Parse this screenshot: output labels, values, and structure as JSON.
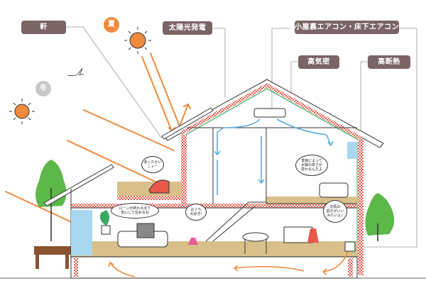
{
  "labels": {
    "eaves": "軒",
    "solar_power": "太陽光発電",
    "attic_underfloor_ac": "小屋裏エアコン・床下エアコン",
    "airtight": "高気密",
    "insulation": "高断熱"
  },
  "seasons": {
    "summer": "夏",
    "winter": "冬"
  },
  "speech_bubbles": {
    "cat": "あったかい\nニャー",
    "boy": "季節によって\n太陽の高さが\n変わるんだよ",
    "father": "ローンが終わるまで\n安心して住めるね",
    "girl": "おうち\n大好き!",
    "mother": "お肌の\n調子がいい\nみたいよ♪"
  },
  "colors": {
    "label_bg": "#7a6466",
    "summer": "#f08a3c",
    "winter": "#c8c8c8",
    "sun": "#f08a3c",
    "sun_ray": "#f08a3c",
    "airflow": "#5aaee0",
    "insulation": "#e8574a",
    "airtight_line": "#3aa860",
    "floor": "#d9c08a",
    "tree": "#5cb848",
    "glass": "#a8d8ef",
    "deck": "#8a5230"
  }
}
